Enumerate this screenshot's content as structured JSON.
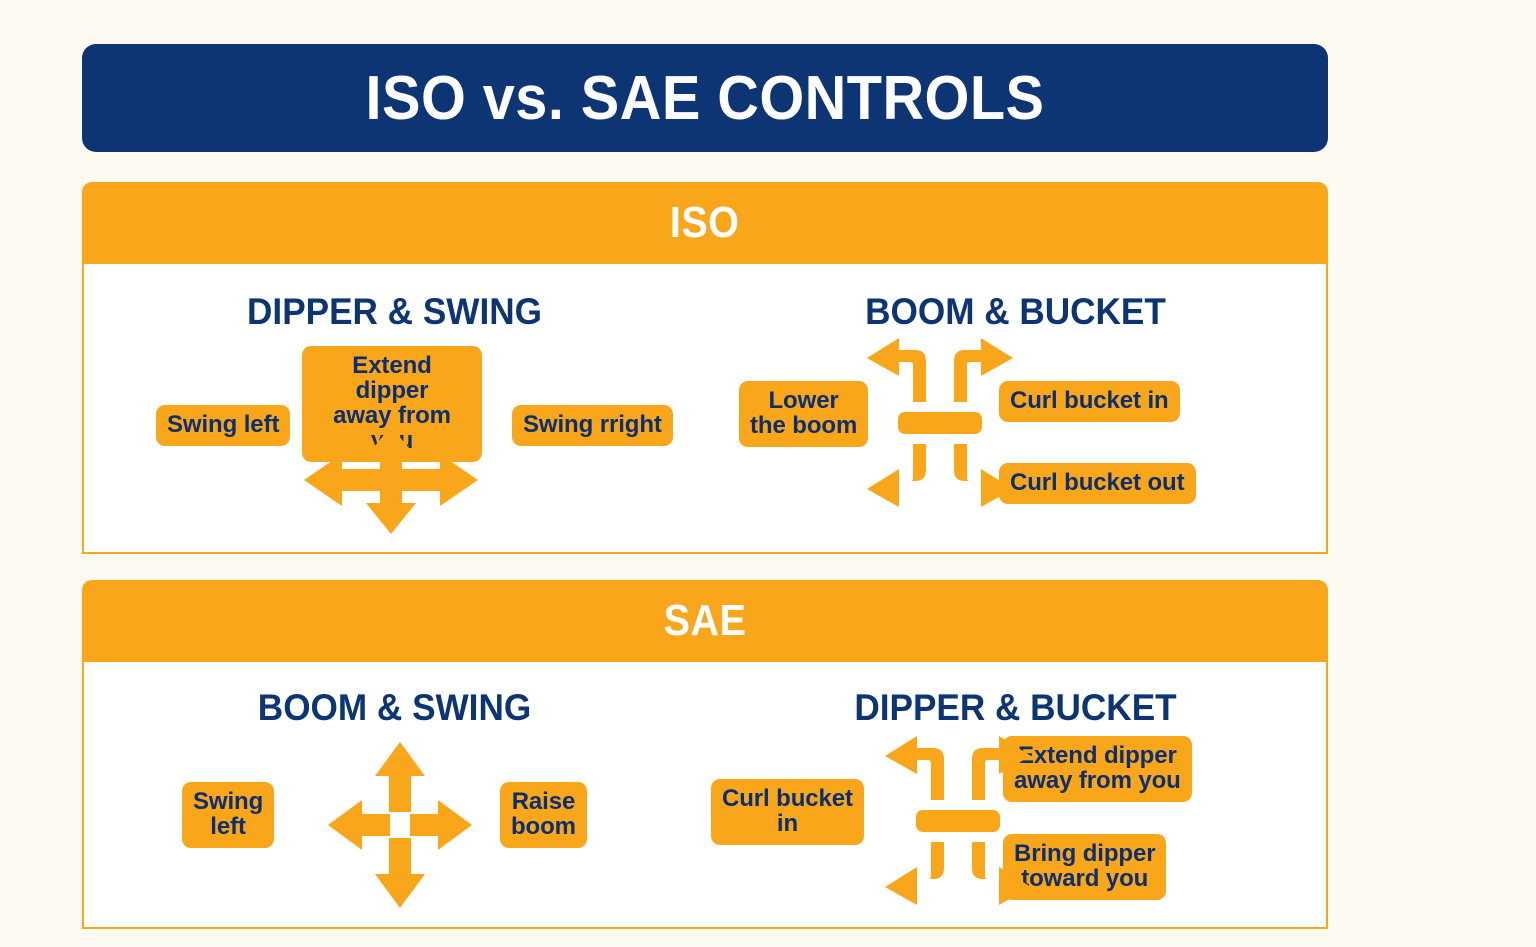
{
  "theme": {
    "navy": "#0d3573",
    "orange": "#f9a61b",
    "white": "#ffffff",
    "background": "#fdfaf2"
  },
  "header": {
    "title": "ISO vs. SAE CONTROLS"
  },
  "sections": [
    {
      "id": "iso",
      "label": "ISO",
      "panes": [
        {
          "id": "dipper-swing",
          "title": "DIPPER & SWING",
          "diagram": "cross-arrow-4way",
          "labels": {
            "left": "Swing left",
            "up": "Extend dipper\naway from you",
            "right": "Swing rright"
          }
        },
        {
          "id": "boom-bucket",
          "title": "BOOM & BUCKET",
          "diagram": "bent-arrows-4way",
          "labels": {
            "left": "Lower\nthe boom",
            "top_right": "Curl bucket in",
            "bottom_right": "Curl bucket out"
          }
        }
      ]
    },
    {
      "id": "sae",
      "label": "SAE",
      "panes": [
        {
          "id": "boom-swing",
          "title": "BOOM & SWING",
          "diagram": "cross-arrow-4way-split",
          "labels": {
            "left": "Swing\nleft",
            "right": "Raise\nboom"
          }
        },
        {
          "id": "dipper-bucket",
          "title": "DIPPER & BUCKET",
          "diagram": "bent-arrows-4way",
          "labels": {
            "left": "Curl bucket\nin",
            "top_right": "Extend dipper\naway from you",
            "bottom_right": "Bring dipper\ntoward you"
          }
        }
      ]
    }
  ]
}
